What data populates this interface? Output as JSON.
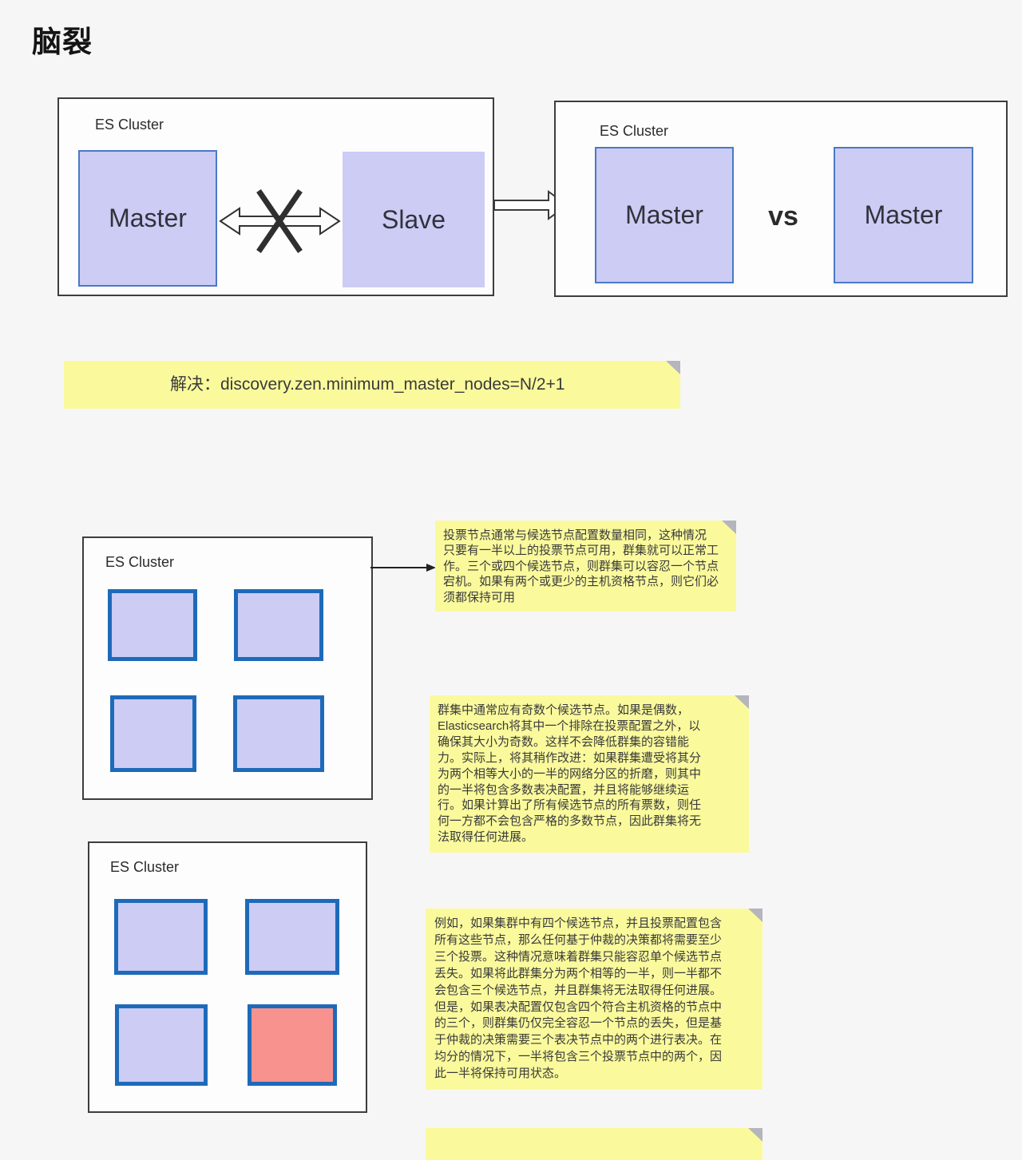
{
  "page": {
    "title": "脑裂"
  },
  "colors": {
    "background": "#f6f6f7",
    "node_fill": "#ccccf5",
    "node_failed_fill": "#f8928f",
    "node_border_thin": "#4a79c6",
    "node_border_thick": "#1e6aba",
    "note_bg": "#fafa9d",
    "note_fold": "#b5b6bc",
    "box_border": "#3d3d3d"
  },
  "cluster_split_before": {
    "label": "ES Cluster",
    "master_label": "Master",
    "slave_label": "Slave"
  },
  "cluster_split_after": {
    "label": "ES Cluster",
    "master_left_label": "Master",
    "versus_label": "vs",
    "master_right_label": "Master"
  },
  "cluster_four_nodes": {
    "label": "ES Cluster"
  },
  "cluster_four_nodes_failure": {
    "label": "ES Cluster"
  },
  "notes": {
    "solution": "解决：discovery.zen.minimum_master_nodes=N/2+1",
    "voting": "投票节点通常与候选节点配置数量相同，这种情况\n只要有一半以上的投票节点可用，群集就可以正常工\n作。三个或四个候选节点，则群集可以容忍一个节点\n宕机。如果有两个或更少的主机资格节点，则它们必\n须都保持可用",
    "odd": "群集中通常应有奇数个候选节点。如果是偶数，\nElasticsearch将其中一个排除在投票配置之外，以\n确保其大小为奇数。这样不会降低群集的容错能\n力。实际上，将其稍作改进：如果群集遭受将其分\n为两个相等大小的一半的网络分区的折磨，则其中\n的一半将包含多数表决配置，并且将能够继续运\n行。如果计算出了所有候选节点的所有票数，则任\n何一方都不会包含严格的多数节点，因此群集将无\n法取得任何进展。",
    "example": "例如，如果集群中有四个候选节点，并且投票配置包含\n所有这些节点，那么任何基于仲裁的决策都将需要至少\n三个投票。这种情况意味着群集只能容忍单个候选节点\n丢失。如果将此群集分为两个相等的一半，则一半都不\n会包含三个候选节点，并且群集将无法取得任何进展。\n但是，如果表决配置仅包含四个符合主机资格的节点中\n的三个，则群集仍仅完全容忍一个节点的丢失，但是基\n于仲裁的决策需要三个表决节点中的两个进行表决。在\n均分的情况下，一半将包含三个投票节点中的两个，因\n此一半将保持可用状态。"
  }
}
